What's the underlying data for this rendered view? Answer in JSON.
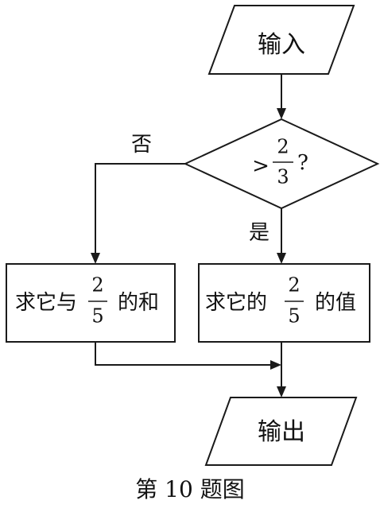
{
  "flowchart": {
    "input_label": "输入",
    "decision": {
      "symbol": ">",
      "numerator": "2",
      "denominator": "3",
      "question_mark": "?"
    },
    "no_label": "否",
    "yes_label": "是",
    "left_process": {
      "prefix": "求它与",
      "numerator": "2",
      "denominator": "5",
      "suffix": "的和"
    },
    "right_process": {
      "prefix": "求它的",
      "numerator": "2",
      "denominator": "5",
      "suffix": "的值"
    },
    "output_label": "输出"
  },
  "caption": "第 10 题图"
}
